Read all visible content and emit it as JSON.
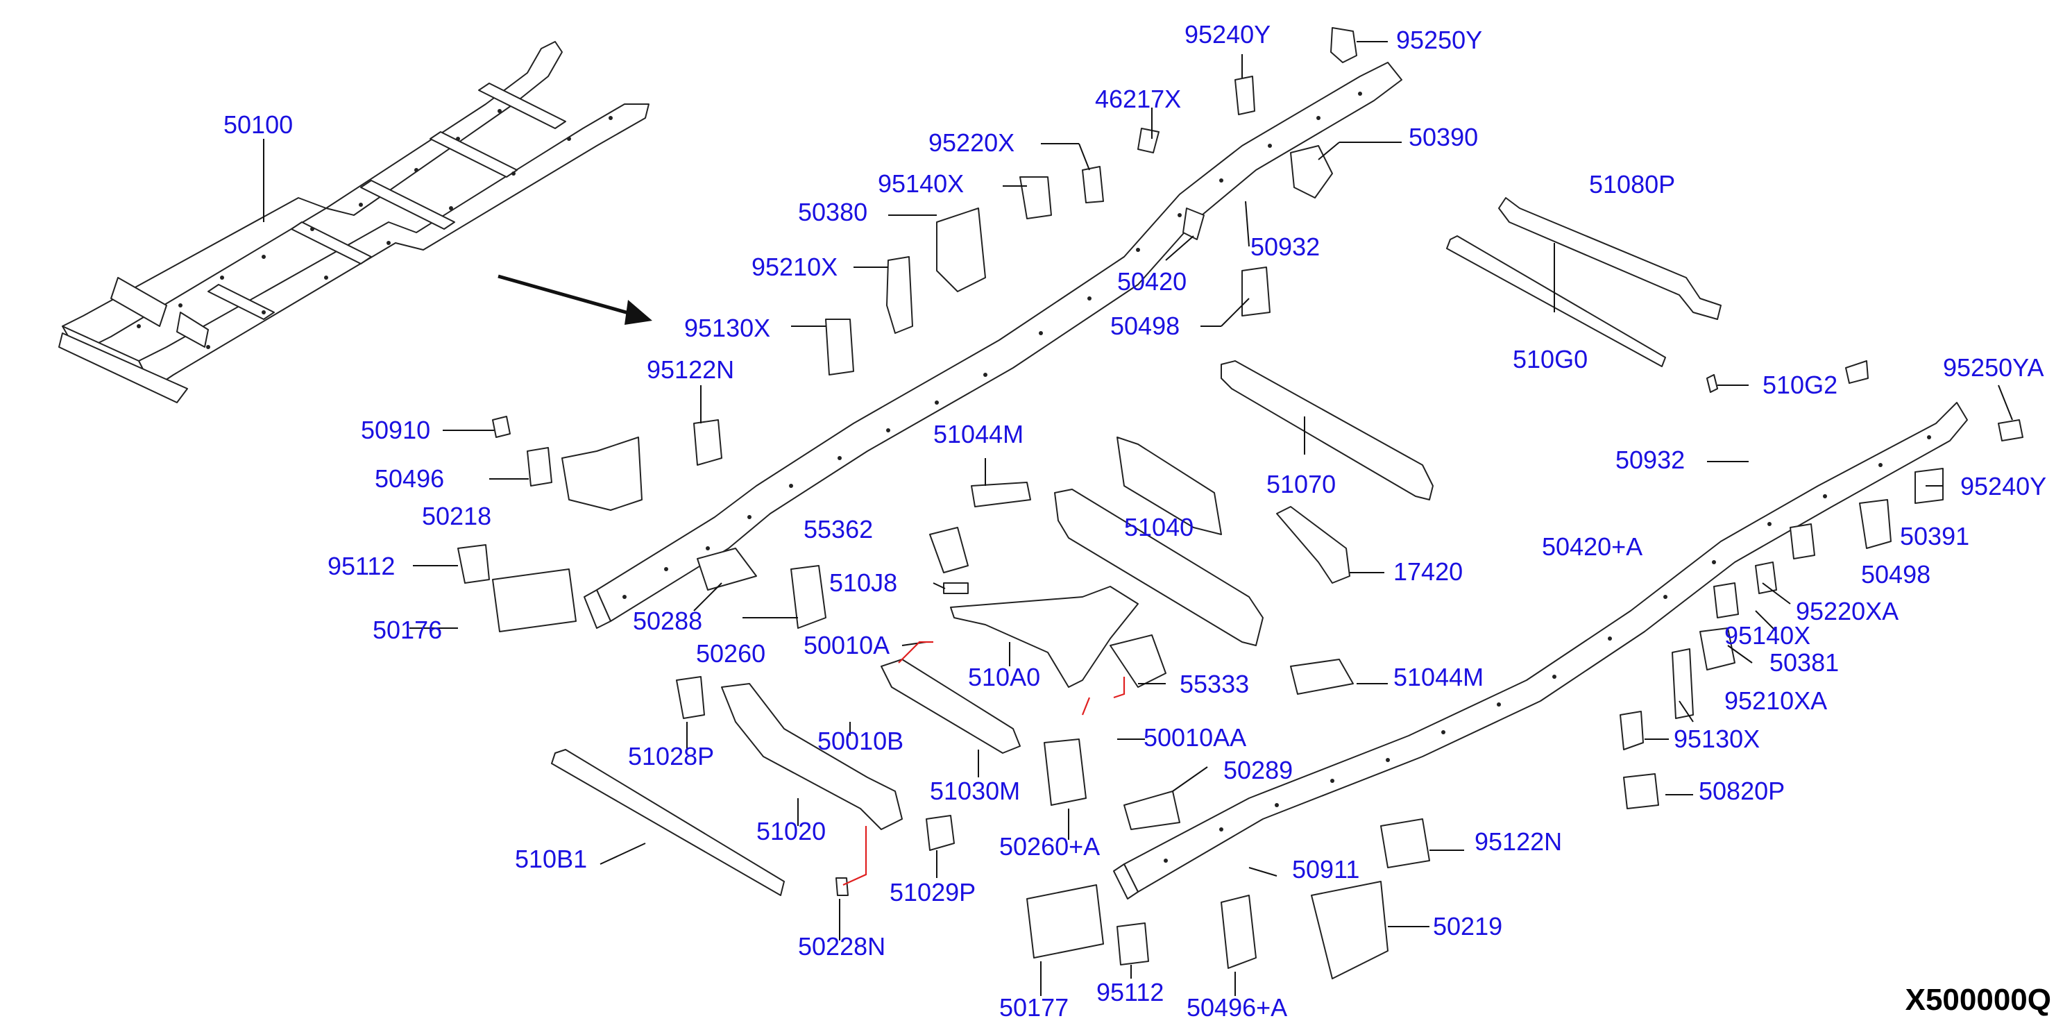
{
  "diagram_code": "X500000Q",
  "colors": {
    "label": "#1a10e0",
    "leader": "#111111",
    "highlight": "#e02020"
  },
  "labels": [
    "50100",
    "95240Y",
    "95250Y",
    "46217X",
    "95220X",
    "50390",
    "95140X",
    "50380",
    "51080P",
    "50420",
    "50932",
    "95210X",
    "50498",
    "95130X",
    "510G0",
    "95250YA",
    "510G2",
    "95122N",
    "50910",
    "51044M",
    "50496",
    "50218",
    "51070",
    "50932",
    "95240Y",
    "55362",
    "51040",
    "50420+A",
    "50391",
    "95112",
    "17420",
    "50498",
    "510J8",
    "50288",
    "95220XA",
    "50176",
    "50260",
    "50010A",
    "510A0",
    "55333",
    "51044M",
    "95140X",
    "50381",
    "51028P",
    "50010B",
    "95210XA",
    "50010AA",
    "95130X",
    "50289",
    "51030M",
    "50820P",
    "51020",
    "50260+A",
    "95122N",
    "510B1",
    "50911",
    "51029P",
    "50219",
    "50228N",
    "50177",
    "95112",
    "50496+A"
  ]
}
